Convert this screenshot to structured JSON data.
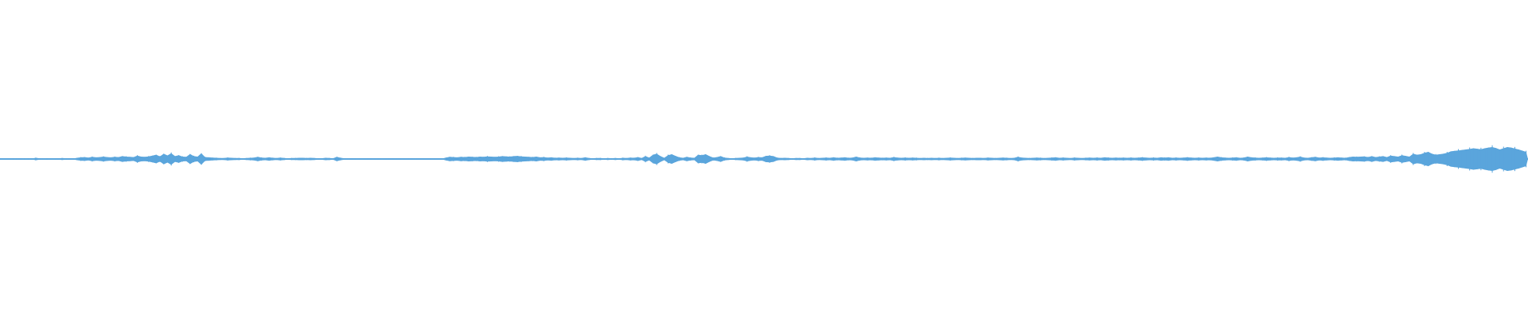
{
  "waveform": {
    "color": "#5aa5dc",
    "background": "#ffffff",
    "amplitudes": [
      0.02,
      0.03,
      0.02,
      0.03,
      0.02,
      0.02,
      0.03,
      0.03,
      0.02,
      0.05,
      0.03,
      0.02,
      0.03,
      0.02,
      0.03,
      0.02,
      0.04,
      0.03,
      0.02,
      0.02,
      0.05,
      0.07,
      0.08,
      0.06,
      0.09,
      0.07,
      0.08,
      0.1,
      0.08,
      0.07,
      0.09,
      0.08,
      0.12,
      0.1,
      0.09,
      0.08,
      0.14,
      0.1,
      0.09,
      0.11,
      0.14,
      0.18,
      0.11,
      0.22,
      0.15,
      0.24,
      0.12,
      0.16,
      0.1,
      0.09,
      0.21,
      0.12,
      0.1,
      0.24,
      0.08,
      0.07,
      0.06,
      0.05,
      0.04,
      0.04,
      0.06,
      0.05,
      0.04,
      0.04,
      0.03,
      0.04,
      0.05,
      0.06,
      0.09,
      0.06,
      0.05,
      0.07,
      0.05,
      0.04,
      0.06,
      0.04,
      0.03,
      0.04,
      0.04,
      0.05,
      0.05,
      0.04,
      0.05,
      0.04,
      0.03,
      0.03,
      0.05,
      0.04,
      0.03,
      0.09,
      0.05,
      0.03,
      0.02,
      0.02,
      0.02,
      0.03,
      0.02,
      0.02,
      0.02,
      0.02,
      0.02,
      0.02,
      0.02,
      0.02,
      0.02,
      0.01,
      0.02,
      0.02,
      0.02,
      0.02,
      0.02,
      0.02,
      0.02,
      0.01,
      0.02,
      0.02,
      0.02,
      0.02,
      0.06,
      0.09,
      0.08,
      0.07,
      0.09,
      0.08,
      0.1,
      0.09,
      0.08,
      0.1,
      0.09,
      0.11,
      0.1,
      0.09,
      0.1,
      0.12,
      0.11,
      0.1,
      0.12,
      0.13,
      0.11,
      0.1,
      0.09,
      0.08,
      0.1,
      0.07,
      0.08,
      0.06,
      0.07,
      0.05,
      0.06,
      0.05,
      0.06,
      0.05,
      0.04,
      0.05,
      0.04,
      0.07,
      0.04,
      0.03,
      0.04,
      0.04,
      0.03,
      0.04,
      0.03,
      0.04,
      0.03,
      0.05,
      0.04,
      0.06,
      0.05,
      0.08,
      0.04,
      0.12,
      0.06,
      0.18,
      0.22,
      0.12,
      0.05,
      0.16,
      0.2,
      0.13,
      0.07,
      0.05,
      0.09,
      0.06,
      0.05,
      0.18,
      0.16,
      0.2,
      0.12,
      0.06,
      0.08,
      0.12,
      0.06,
      0.04,
      0.03,
      0.04,
      0.05,
      0.06,
      0.1,
      0.07,
      0.06,
      0.08,
      0.07,
      0.13,
      0.14,
      0.12,
      0.06,
      0.04,
      0.05,
      0.04,
      0.03,
      0.04,
      0.04,
      0.03,
      0.05,
      0.04,
      0.06,
      0.04,
      0.05,
      0.06,
      0.05,
      0.07,
      0.05,
      0.06,
      0.07,
      0.05,
      0.06,
      0.1,
      0.06,
      0.05,
      0.06,
      0.05,
      0.07,
      0.06,
      0.05,
      0.06,
      0.05,
      0.08,
      0.06,
      0.05,
      0.06,
      0.05,
      0.06,
      0.05,
      0.04,
      0.05,
      0.04,
      0.05,
      0.04,
      0.05,
      0.04,
      0.05,
      0.06,
      0.05,
      0.04,
      0.05,
      0.06,
      0.05,
      0.04,
      0.05,
      0.05,
      0.04,
      0.06,
      0.05,
      0.04,
      0.05,
      0.06,
      0.05,
      0.04,
      0.05,
      0.09,
      0.06,
      0.05,
      0.04,
      0.05,
      0.06,
      0.05,
      0.04,
      0.05,
      0.06,
      0.07,
      0.05,
      0.06,
      0.05,
      0.04,
      0.06,
      0.05,
      0.04,
      0.05,
      0.06,
      0.05,
      0.06,
      0.05,
      0.07,
      0.06,
      0.05,
      0.06,
      0.05,
      0.06,
      0.05,
      0.06,
      0.05,
      0.06,
      0.07,
      0.06,
      0.05,
      0.06,
      0.05,
      0.07,
      0.06,
      0.07,
      0.05,
      0.06,
      0.05,
      0.06,
      0.07,
      0.06,
      0.05,
      0.06,
      0.05,
      0.06,
      0.05,
      0.07,
      0.1,
      0.07,
      0.06,
      0.05,
      0.06,
      0.07,
      0.05,
      0.06,
      0.1,
      0.07,
      0.06,
      0.05,
      0.06,
      0.07,
      0.06,
      0.05,
      0.06,
      0.06,
      0.05,
      0.08,
      0.06,
      0.07,
      0.1,
      0.06,
      0.05,
      0.07,
      0.09,
      0.06,
      0.07,
      0.06,
      0.05,
      0.06,
      0.07,
      0.06,
      0.05,
      0.08,
      0.1,
      0.09,
      0.1,
      0.11,
      0.08,
      0.12,
      0.08,
      0.1,
      0.12,
      0.08,
      0.14,
      0.12,
      0.1,
      0.16,
      0.13,
      0.1,
      0.22,
      0.18,
      0.2,
      0.26,
      0.3,
      0.22,
      0.18,
      0.2,
      0.22,
      0.26,
      0.32,
      0.34,
      0.36,
      0.38,
      0.4,
      0.42,
      0.45,
      0.43,
      0.41,
      0.45,
      0.48,
      0.5,
      0.46,
      0.4,
      0.45,
      0.5,
      0.48,
      0.44,
      0.4,
      0.35,
      0.3
    ]
  }
}
